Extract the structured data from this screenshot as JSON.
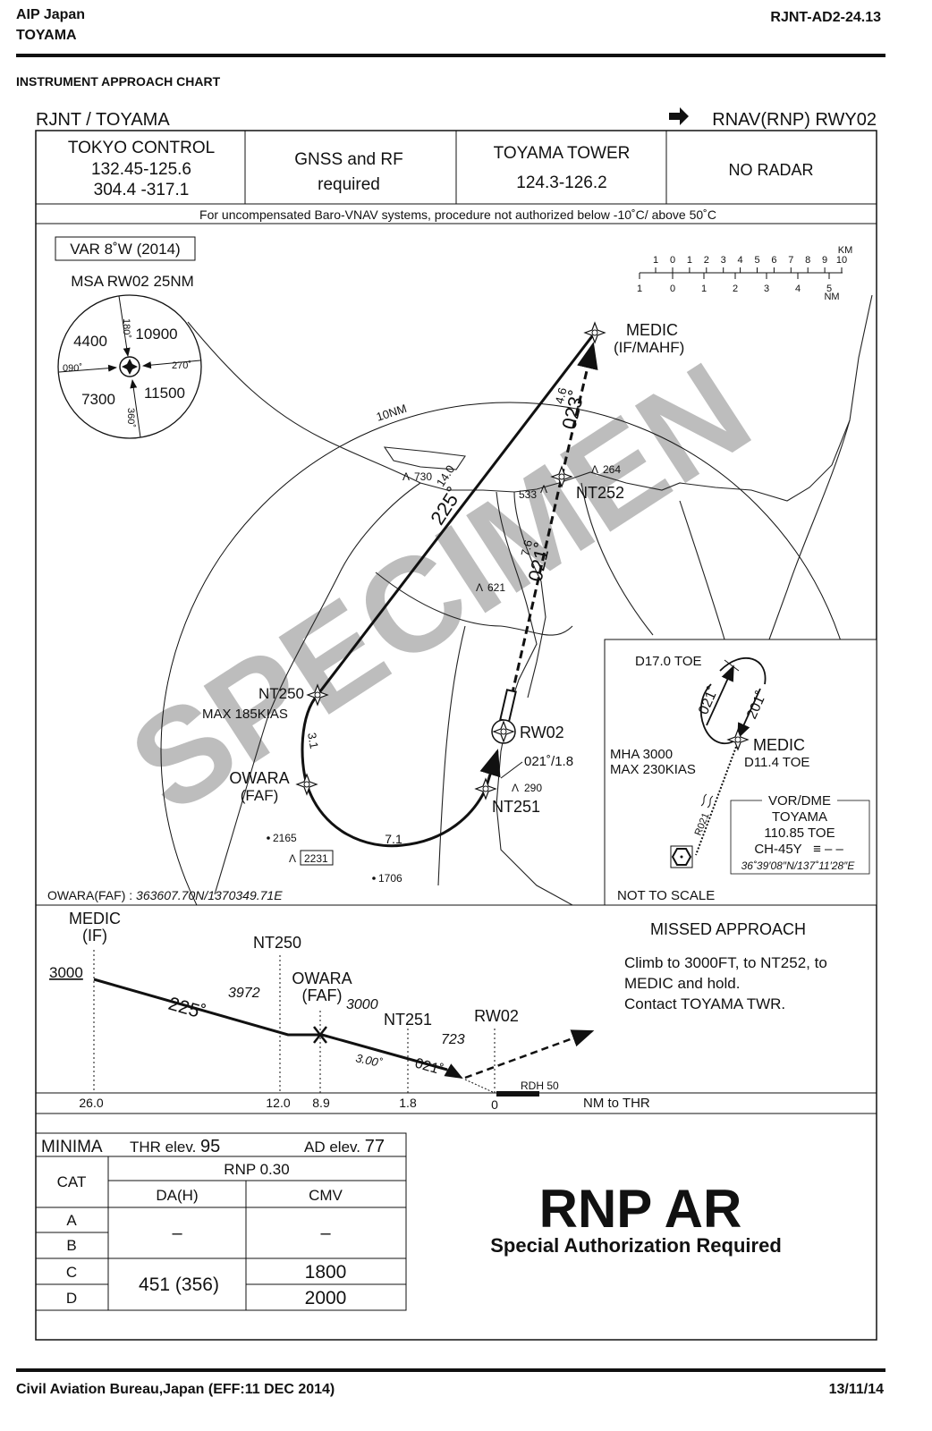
{
  "header": {
    "publication": "AIP Japan",
    "aerodrome": "TOYAMA",
    "page_id": "RJNT-AD2-24.13"
  },
  "chart_type": "INSTRUMENT APPROACH CHART",
  "title_left": "RJNT / TOYAMA",
  "title_right": "RNAV(RNP) RWY02",
  "title_arrow_icon": "arrow-right-icon",
  "comms": {
    "control": {
      "name": "TOKYO  CONTROL",
      "freq1": "132.45-125.6",
      "freq2": "304.4 -317.1"
    },
    "requirement": {
      "line1": "GNSS and RF",
      "line2": "required"
    },
    "tower": {
      "name": "TOYAMA  TOWER",
      "freq": "124.3-126.2"
    },
    "radar": "NO RADAR"
  },
  "note": "For uncompensated Baro-VNAV systems, procedure not authorized below -10˚C/ above 50˚C",
  "plan": {
    "variation": "VAR 8˚W (2014)",
    "msa": {
      "title": "MSA RW02 25NM",
      "sectors": [
        "4400",
        "10900",
        "7300",
        "11500"
      ],
      "bearings": [
        "180˚",
        "090˚",
        "270˚",
        "360˚"
      ]
    },
    "scale": {
      "km_unit": "KM",
      "nm_unit": "NM",
      "km_labels": [
        "1",
        "0",
        "1",
        "2",
        "3",
        "4",
        "5",
        "6",
        "7",
        "8",
        "9",
        "10"
      ],
      "nm_labels": [
        "1",
        "0",
        "1",
        "2",
        "3",
        "4",
        "5"
      ]
    },
    "range_ring": "10NM",
    "fixes": {
      "medic": {
        "name": "MEDIC",
        "role": "(IF/MAHF)"
      },
      "nt252": "NT252",
      "nt250": {
        "name": "NT250",
        "speed": "MAX 185KIAS"
      },
      "owara": {
        "name": "OWARA",
        "role": "(FAF)"
      },
      "nt251": "NT251",
      "rw02": "RW02"
    },
    "legs": {
      "inbound_course": "225˚",
      "inbound_dist": "14.0",
      "missed_course1": "023˚",
      "missed_dist1": "4.6",
      "missed_course2": "021˚",
      "missed_dist2": "7.6",
      "rf_dist1": "3.1",
      "rf_dist2": "7.1",
      "final": "021˚/1.8"
    },
    "obstacles": [
      "730",
      "533",
      "264",
      "621",
      "290",
      "2165",
      "2231",
      "1706"
    ],
    "owara_coords": {
      "label": "OWARA(FAF) : ",
      "value": "363607.70N/1370349.71E"
    },
    "watermark": "SPECIMEN"
  },
  "holding": {
    "fix_out": "D17.0 TOE",
    "outbound": "021˚",
    "inbound": "201˚",
    "fix": "MEDIC",
    "fix_dme": "D11.4 TOE",
    "mha": "MHA 3000",
    "speed": "MAX 230KIAS",
    "radial": "R021",
    "navaid": {
      "type": "VOR/DME",
      "name": "TOYAMA",
      "freq": "110.85  TOE",
      "channel": "CH-45Y",
      "morse": "≡ – –",
      "coords": "36˚39′08″N/137˚11′28″E"
    },
    "not_to_scale": "NOT TO SCALE"
  },
  "profile": {
    "medic": "MEDIC",
    "medic_role": "(IF)",
    "medic_alt": "3000",
    "nt250": "NT250",
    "nt250_alt": "3972",
    "owara": "OWARA",
    "owara_role": "(FAF)",
    "owara_alt": "3000",
    "nt251": "NT251",
    "nt251_alt": "723",
    "rw02": "RW02",
    "course1": "225˚",
    "course2": "021˚",
    "glidepath": "3.00˚",
    "rdh": "RDH 50",
    "distances": [
      "26.0",
      "12.0",
      "8.9",
      "1.8",
      "0"
    ],
    "axis_unit": "NM to THR",
    "missed": {
      "title": "MISSED APPROACH",
      "lines": [
        "Climb to 3000FT, to NT252, to",
        "MEDIC and hold.",
        "Contact TOYAMA TWR."
      ]
    }
  },
  "minima": {
    "title": "MINIMA",
    "thr_label": "THR elev.",
    "thr_elev": "95",
    "ad_label": "AD elev.",
    "ad_elev": "77",
    "cat_header": "CAT",
    "rnp": "RNP 0.30",
    "dah_header": "DA(H)",
    "cmv_header": "CMV",
    "cats": [
      "A",
      "B",
      "C",
      "D"
    ],
    "ab_dah": "–",
    "ab_cmv": "–",
    "cd_dah": "451 (356)",
    "c_cmv": "1800",
    "d_cmv": "2000"
  },
  "rnp_ar": {
    "title": "RNP AR",
    "subtitle": "Special Authorization Required"
  },
  "footer": {
    "issuer": "Civil Aviation Bureau,Japan  (EFF:11 DEC 2014)",
    "date": "13/11/14"
  }
}
